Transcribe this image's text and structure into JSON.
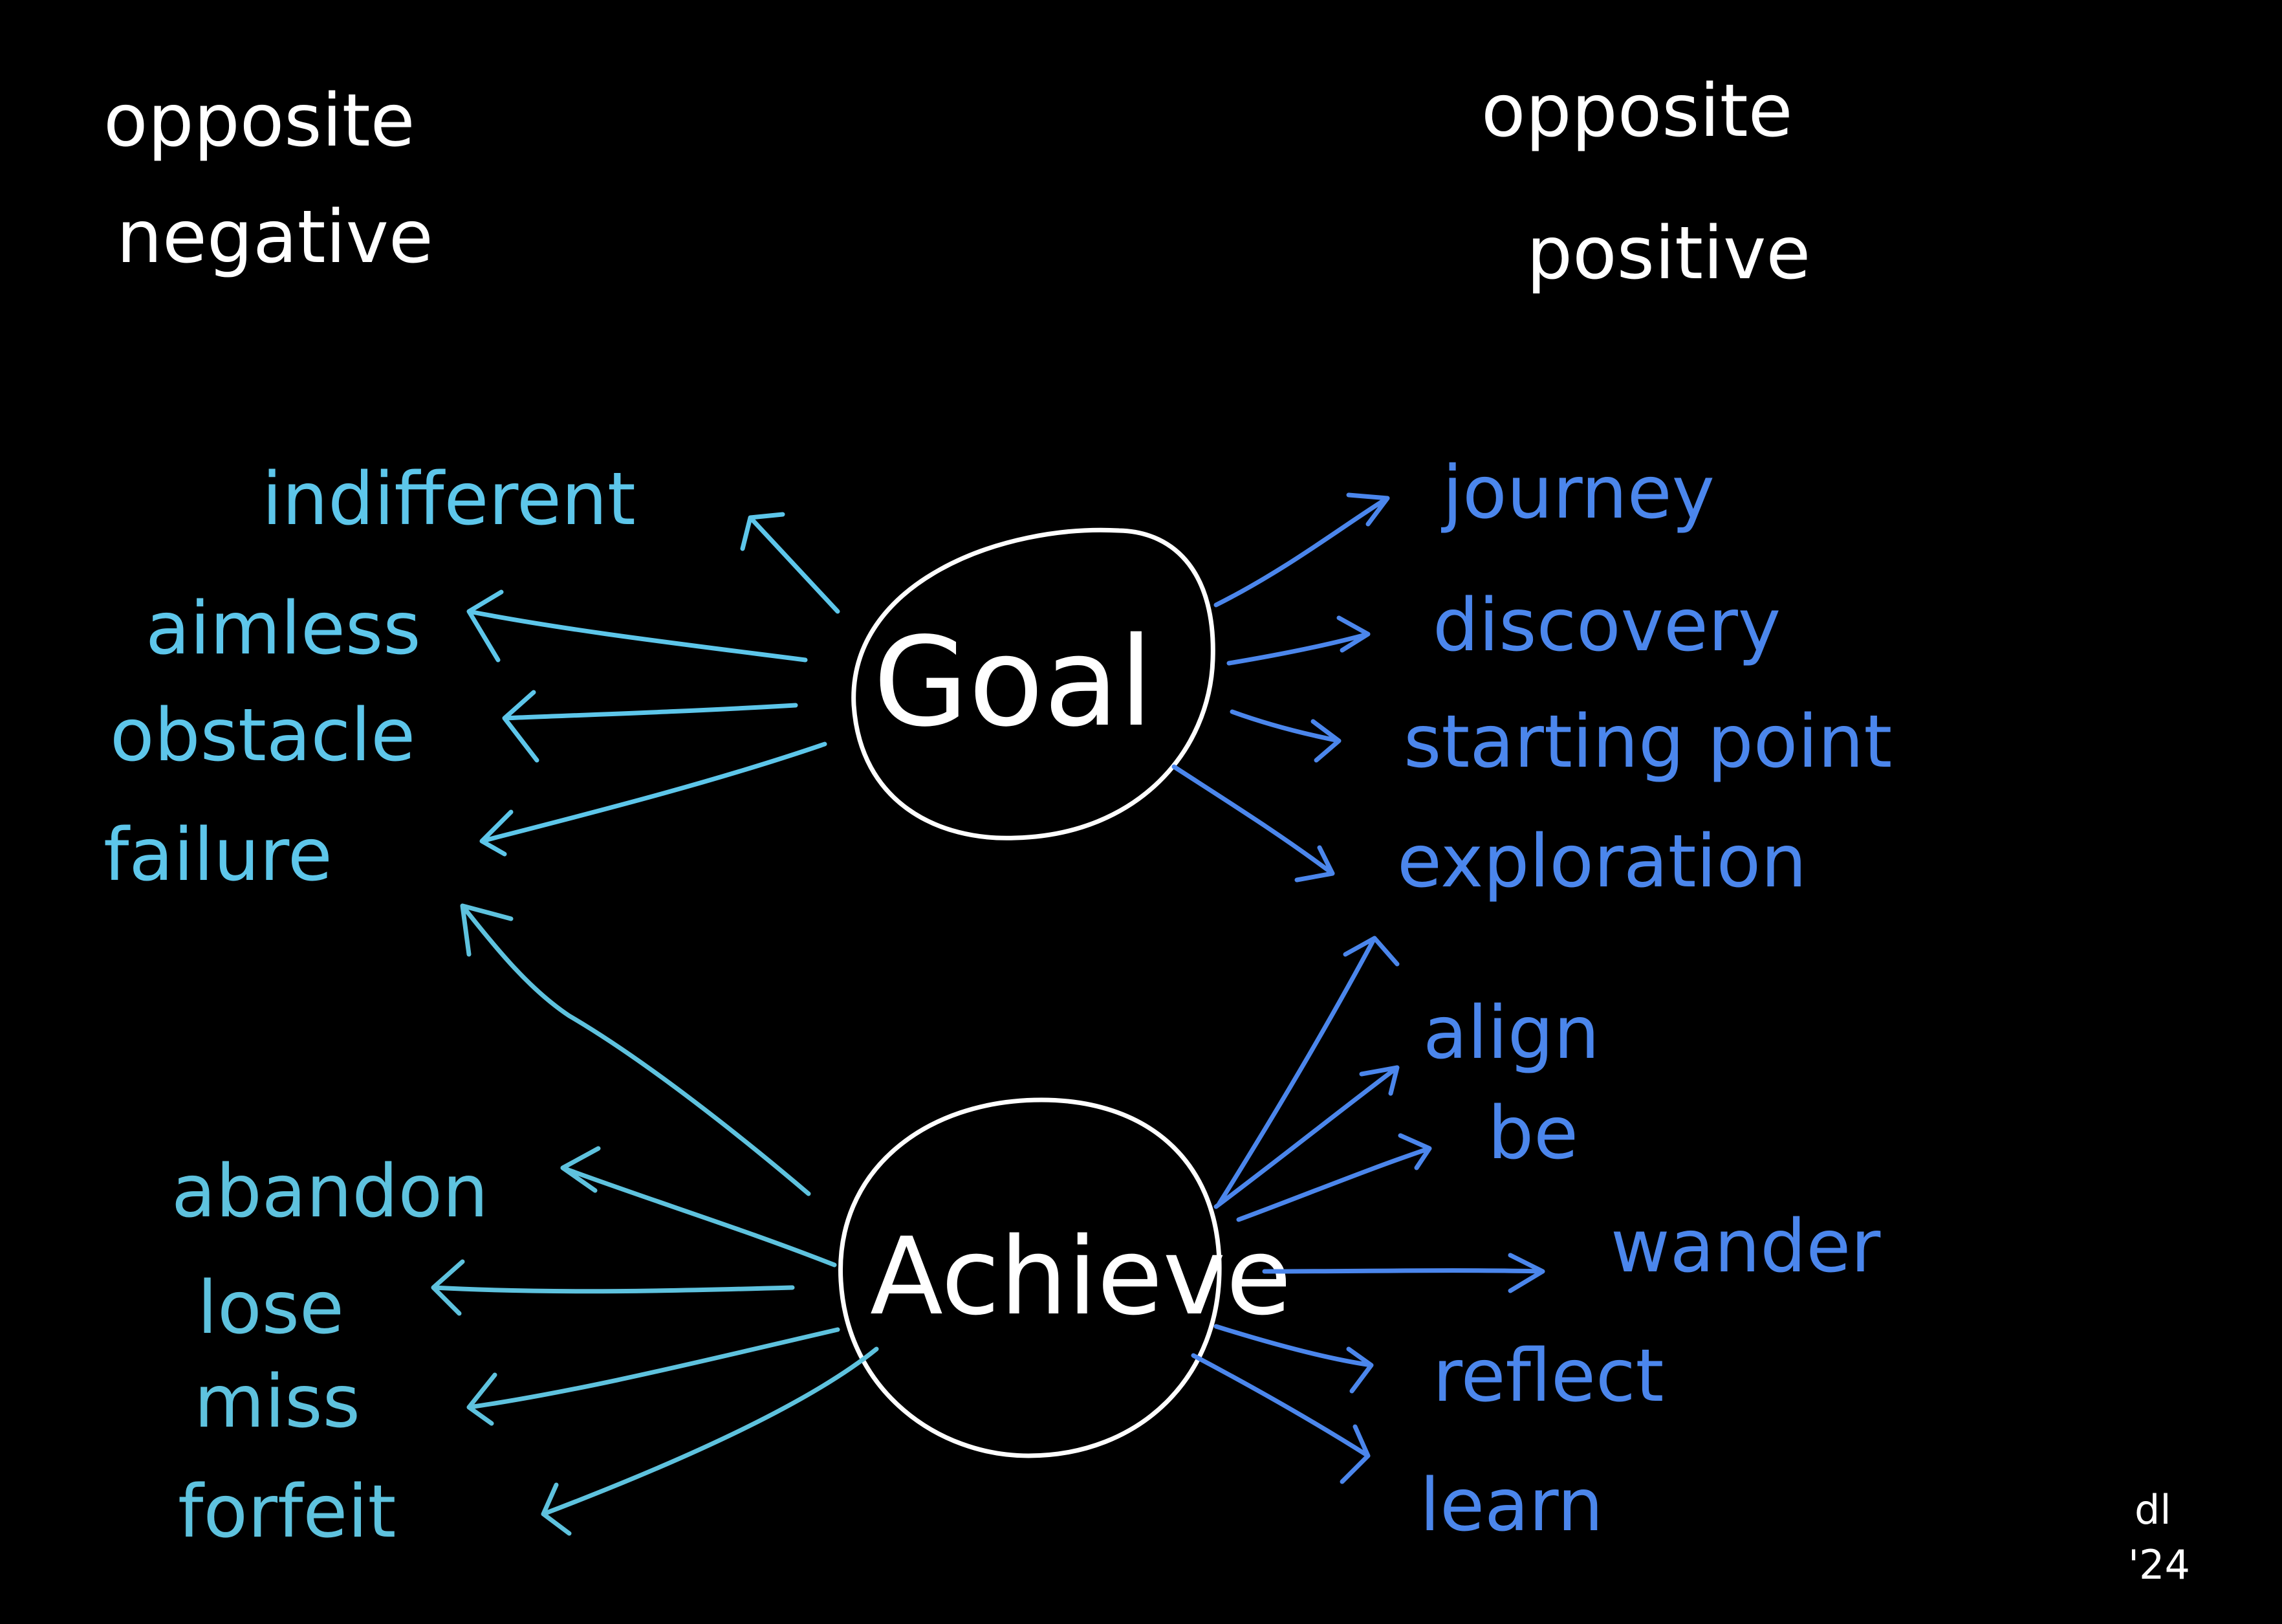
{
  "headers": {
    "negative": [
      "opposite",
      "negative"
    ],
    "positive": [
      "opposite",
      "positive"
    ]
  },
  "nodes": {
    "goal": "Goal",
    "achieve": "Achieve"
  },
  "goal_negatives": [
    "indifferent",
    "aimless",
    "obstacle",
    "failure"
  ],
  "goal_positives": [
    "journey",
    "discovery",
    "starting point",
    "exploration"
  ],
  "achieve_negatives": [
    "abandon",
    "lose",
    "miss",
    "forfeit"
  ],
  "achieve_positives": [
    "align",
    "be",
    "wander",
    "reflect",
    "learn"
  ],
  "signature": [
    "dl",
    "'24"
  ],
  "colors": {
    "background": "#000000",
    "ink": "#ffffff",
    "negative_goal": "#5dc6ea",
    "negative_achieve": "#5ec2de",
    "positive": "#4b86ec"
  }
}
